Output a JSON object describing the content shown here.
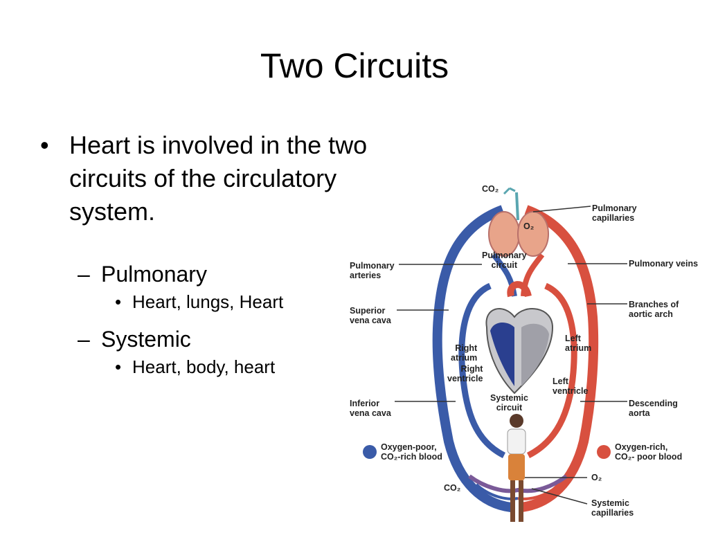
{
  "slide": {
    "title": "Two Circuits",
    "bullet_main": "Heart is involved in the two circuits of the circulatory system.",
    "sub_items": [
      {
        "label": "Pulmonary",
        "detail": "Heart, lungs, Heart"
      },
      {
        "label": "Systemic",
        "detail": "Heart, body, heart"
      }
    ],
    "bullet_glyph": "•",
    "dash_glyph": "–"
  },
  "diagram": {
    "labels": {
      "co2_top": "CO₂",
      "o2_top": "O₂",
      "pulmonary_capillaries": "Pulmonary\ncapillaries",
      "pulmonary_circuit": "Pulmonary\ncircuit",
      "pulmonary_arteries": "Pulmonary\narteries",
      "pulmonary_veins": "Pulmonary veins",
      "superior_vena_cava": "Superior\nvena cava",
      "branches_aortic_arch": "Branches of\naortic arch",
      "right_atrium": "Right\natrium",
      "right_ventricle": "Right\nventricle",
      "left_atrium": "Left\natrium",
      "left_ventricle": "Left\nventricle",
      "systemic_circuit": "Systemic\ncircuit",
      "inferior_vena_cava": "Inferior\nvena cava",
      "descending_aorta": "Descending\naorta",
      "oxygen_poor": "Oxygen-poor,\nCO₂-rich blood",
      "oxygen_rich": "Oxygen-rich,\nCO₂- poor blood",
      "co2_bottom": "CO₂",
      "o2_bottom": "O₂",
      "systemic_capillaries": "Systemic\ncapillaries"
    },
    "colors": {
      "oxygen_poor": "#3a5ba8",
      "oxygen_rich": "#d8503f",
      "lungs": "#e8a48a",
      "heart_dark": "#2a3f8f"
    }
  }
}
